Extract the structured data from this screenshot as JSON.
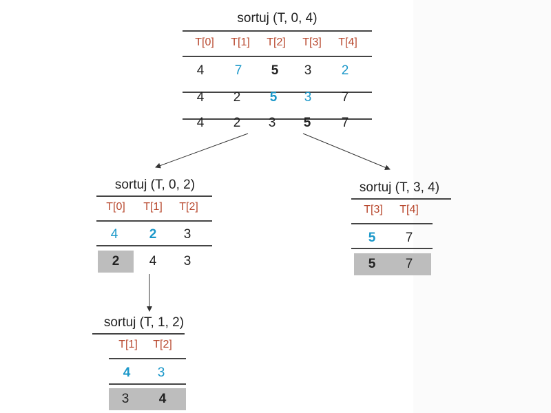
{
  "nodes": {
    "root": {
      "title": "sortuj (T, 0, 4)",
      "headers": [
        "T[0]",
        "T[1]",
        "T[2]",
        "T[3]",
        "T[4]"
      ],
      "rows": [
        [
          {
            "v": "4",
            "c": "n"
          },
          {
            "v": "7",
            "c": "b"
          },
          {
            "v": "5",
            "c": "k"
          },
          {
            "v": "3",
            "c": "n"
          },
          {
            "v": "2",
            "c": "b"
          }
        ],
        [
          {
            "v": "4",
            "c": "n"
          },
          {
            "v": "2",
            "c": "n"
          },
          {
            "v": "5",
            "c": "bk"
          },
          {
            "v": "3",
            "c": "b"
          },
          {
            "v": "7",
            "c": "n"
          }
        ],
        [
          {
            "v": "4",
            "c": "n"
          },
          {
            "v": "2",
            "c": "n"
          },
          {
            "v": "3",
            "c": "n"
          },
          {
            "v": "5",
            "c": "k"
          },
          {
            "v": "7",
            "c": "n"
          }
        ]
      ]
    },
    "left": {
      "title": "sortuj (T, 0, 2)",
      "headers": [
        "T[0]",
        "T[1]",
        "T[2]"
      ],
      "rows": [
        [
          {
            "v": "4",
            "c": "b"
          },
          {
            "v": "2",
            "c": "bk"
          },
          {
            "v": "3",
            "c": "n"
          }
        ],
        [
          {
            "v": "2",
            "c": "k",
            "hl": true
          },
          {
            "v": "4",
            "c": "n"
          },
          {
            "v": "3",
            "c": "n"
          }
        ]
      ]
    },
    "right": {
      "title": "sortuj (T, 3, 4)",
      "headers": [
        "T[3]",
        "T[4]"
      ],
      "rows": [
        [
          {
            "v": "5",
            "c": "bk"
          },
          {
            "v": "7",
            "c": "n"
          }
        ],
        [
          {
            "v": "5",
            "c": "k",
            "hl": true
          },
          {
            "v": "7",
            "c": "n",
            "hl": true
          }
        ]
      ]
    },
    "bottom": {
      "title": "sortuj (T, 1, 2)",
      "headers": [
        "T[1]",
        "T[2]"
      ],
      "rows": [
        [
          {
            "v": "4",
            "c": "bk"
          },
          {
            "v": "3",
            "c": "b"
          }
        ],
        [
          {
            "v": "3",
            "c": "n",
            "hl": true
          },
          {
            "v": "4",
            "c": "k",
            "hl": true
          }
        ]
      ]
    }
  }
}
